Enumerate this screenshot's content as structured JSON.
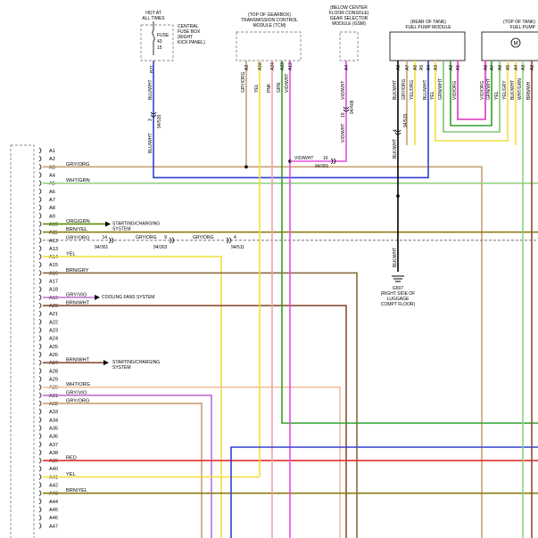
{
  "colors": {
    "GRY/ORG": "#c8a074",
    "WHT/GRN": "#90d080",
    "ORG/GRN": "#5a8a00",
    "BRN/YEL": "#8a7a10",
    "YEL": "#f0e040",
    "BRN/GRY": "#8a6a40",
    "GRY/VIO": "#c070d0",
    "BRN/WHT": "#8a5030",
    "WHT/ORG": "#f0c0a0",
    "RED": "#e03030",
    "BLU/WHT": "#3040d0",
    "PNK": "#f0a0b0",
    "GRN": "#30a030",
    "VIO/WHT": "#e050e0",
    "BLK": "#000000"
  },
  "components": {
    "central_fuse_box": {
      "top_label": [
        "HOT AT",
        "ALL TIMES"
      ],
      "name": [
        "CENTRAL",
        "FUSE BOX",
        "(RIGHT",
        "KICK PANEL)"
      ],
      "fuse_label": [
        "FUSE",
        "43",
        "15"
      ]
    },
    "tcm": {
      "name": [
        "(TOP OF GEARBOX)",
        "TRANSMISSION CONTROL",
        "MODULE (TCM)"
      ]
    },
    "gsm": {
      "name": [
        "(BELOW CENTER",
        "FLOOR CONSOLE)",
        "GEAR SELECTOR",
        "MODULE (GSM)"
      ]
    },
    "fpm": {
      "name": [
        "(REAR OF TANK)",
        "FUEL PUMP MODULE"
      ]
    },
    "fuel_pump": {
      "name": [
        "(TOP OF TANK)",
        "FUEL PUMP"
      ]
    },
    "ground": {
      "name": [
        "G507",
        "(RIGHT SIDE OF",
        "LUGGAGE",
        "COMPT FLOOR)"
      ]
    }
  },
  "pin_labels": {
    "fuse": [
      "B21"
    ],
    "tcm": [
      "A3",
      "A18",
      "A24",
      "A23",
      "A13"
    ],
    "gsm": [
      "A4"
    ],
    "fpm": [
      "A8",
      "A7",
      "A6",
      "A5",
      "A4",
      "A3",
      "A2",
      "A1"
    ],
    "fuel_pump": [
      "A8",
      "A7",
      "A6",
      "A5",
      "A4",
      "A3",
      "A2"
    ]
  },
  "vertical_wire_labels": {
    "fuse": [
      "BLU/WHT",
      "BLU/WHT"
    ],
    "tcm": [
      "GRY/ORG",
      "YEL",
      "PNK",
      "GRN",
      "VIO/WHT"
    ],
    "gsm": [
      "VIO/WHT",
      "VIO/WHT"
    ],
    "fpm": [
      "BLK/WHT",
      "GRY/ORG",
      "YEL/ORG",
      "BLU/WHT",
      "YEL",
      "GRN/WHT",
      "VIO/ORG",
      "BLK/WHT",
      "BLK/WHT"
    ],
    "fuel_pump": [
      "VIO/ORG",
      "GRN/WHT",
      "YEL",
      "YEL/GRY",
      "BLK/WHT",
      "WHT/GRN",
      "BRN/WH"
    ]
  },
  "connectors": {
    "fuse_branch": {
      "num": "3",
      "ref": "94/515"
    },
    "gsm": {
      "num": "19",
      "ref": "94/408"
    },
    "tcm_vio": {
      "num": "16",
      "ref": "94/301",
      "wire": "VIO/WHT"
    },
    "fpm": {
      "num": "4",
      "ref": "94/515"
    },
    "a12_a": {
      "num": "14",
      "ref": "94/301"
    },
    "a12_b": {
      "num": "9",
      "ref": "94/303"
    },
    "a12_c": {
      "num": "4",
      "ref": "94/511"
    }
  },
  "connector_rows": [
    {
      "pin": "A1",
      "wire": ""
    },
    {
      "pin": "A2",
      "wire": ""
    },
    {
      "pin": "A3",
      "wire": "GRY/ORG"
    },
    {
      "pin": "A4",
      "wire": ""
    },
    {
      "pin": "A5",
      "wire": "WHT/GRN"
    },
    {
      "pin": "A6",
      "wire": ""
    },
    {
      "pin": "A7",
      "wire": ""
    },
    {
      "pin": "A8",
      "wire": ""
    },
    {
      "pin": "A9",
      "wire": ""
    },
    {
      "pin": "A10",
      "wire": "ORG/GRN",
      "dest": [
        "STARTING/CHARGING",
        "SYSTEM"
      ]
    },
    {
      "pin": "A11",
      "wire": "BRN/YEL"
    },
    {
      "pin": "A12",
      "wire": "GRY/ORG",
      "mid1": "GRY/ORG",
      "mid2": "GRY/ORG"
    },
    {
      "pin": "A13",
      "wire": ""
    },
    {
      "pin": "A14",
      "wire": "YEL"
    },
    {
      "pin": "A15",
      "wire": ""
    },
    {
      "pin": "A16",
      "wire": "BRN/GRY"
    },
    {
      "pin": "A17",
      "wire": ""
    },
    {
      "pin": "A18",
      "wire": ""
    },
    {
      "pin": "A19",
      "wire": "GRY/VIO",
      "dest": [
        "COOLING FANS SYSTEM"
      ]
    },
    {
      "pin": "A20",
      "wire": "BRN/WHT"
    },
    {
      "pin": "A21",
      "wire": ""
    },
    {
      "pin": "A22",
      "wire": ""
    },
    {
      "pin": "A23",
      "wire": ""
    },
    {
      "pin": "A24",
      "wire": ""
    },
    {
      "pin": "A25",
      "wire": ""
    },
    {
      "pin": "A26",
      "wire": ""
    },
    {
      "pin": "A27",
      "wire": "BRN/WHT",
      "dest": [
        "STARTING/CHARGING",
        "SYSTEM"
      ]
    },
    {
      "pin": "A28",
      "wire": ""
    },
    {
      "pin": "A29",
      "wire": ""
    },
    {
      "pin": "A30",
      "wire": "WHT/ORG"
    },
    {
      "pin": "A31",
      "wire": "GRY/VIO"
    },
    {
      "pin": "A32",
      "wire": "GRY/ORG"
    },
    {
      "pin": "A33",
      "wire": ""
    },
    {
      "pin": "A34",
      "wire": ""
    },
    {
      "pin": "A35",
      "wire": ""
    },
    {
      "pin": "A36",
      "wire": ""
    },
    {
      "pin": "A37",
      "wire": ""
    },
    {
      "pin": "A38",
      "wire": ""
    },
    {
      "pin": "A39",
      "wire": "RED"
    },
    {
      "pin": "A40",
      "wire": ""
    },
    {
      "pin": "A41",
      "wire": "YEL"
    },
    {
      "pin": "A42",
      "wire": ""
    },
    {
      "pin": "A43",
      "wire": "BRN/YEL"
    },
    {
      "pin": "A44",
      "wire": ""
    },
    {
      "pin": "A45",
      "wire": ""
    },
    {
      "pin": "A46",
      "wire": ""
    },
    {
      "pin": "A47",
      "wire": ""
    }
  ]
}
